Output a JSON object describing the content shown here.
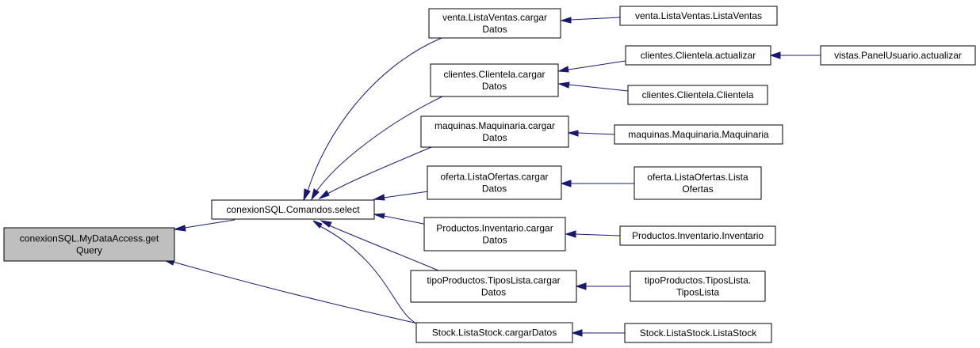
{
  "colors": {
    "edge": "#191970",
    "node_fill": "#ffffff",
    "focus_node_fill": "#bfbfbf",
    "node_border": "#000000"
  },
  "nodes": {
    "getquery": {
      "lines": [
        "conexionSQL.MyDataAccess.get",
        "Query"
      ],
      "focus": true
    },
    "select": {
      "lines": [
        "conexionSQL.Comandos.select"
      ]
    },
    "venta_cargar": {
      "lines": [
        "venta.ListaVentas.cargar",
        "Datos"
      ]
    },
    "clientes_cargar": {
      "lines": [
        "clientes.Clientela.cargar",
        "Datos"
      ]
    },
    "maquinas_cargar": {
      "lines": [
        "maquinas.Maquinaria.cargar",
        "Datos"
      ]
    },
    "oferta_cargar": {
      "lines": [
        "oferta.ListaOfertas.cargar",
        "Datos"
      ]
    },
    "productos_cargar": {
      "lines": [
        "Productos.Inventario.cargar",
        "Datos"
      ]
    },
    "tipo_cargar": {
      "lines": [
        "tipoProductos.TiposLista.cargar",
        "Datos"
      ]
    },
    "stock_cargar": {
      "lines": [
        "Stock.ListaStock.cargarDatos"
      ]
    },
    "venta_ctor": {
      "lines": [
        "venta.ListaVentas.ListaVentas"
      ]
    },
    "clientes_actualizar": {
      "lines": [
        "clientes.Clientela.actualizar"
      ]
    },
    "vistas_actualizar": {
      "lines": [
        "vistas.PanelUsuario.actualizar"
      ]
    },
    "clientes_ctor": {
      "lines": [
        "clientes.Clientela.Clientela"
      ]
    },
    "maquinas_ctor": {
      "lines": [
        "maquinas.Maquinaria.Maquinaria"
      ]
    },
    "oferta_ctor": {
      "lines": [
        "oferta.ListaOfertas.Lista",
        "Ofertas"
      ]
    },
    "productos_ctor": {
      "lines": [
        "Productos.Inventario.Inventario"
      ]
    },
    "tipo_ctor": {
      "lines": [
        "tipoProductos.TiposLista.",
        "TiposLista"
      ]
    },
    "stock_ctor": {
      "lines": [
        "Stock.ListaStock.ListaStock"
      ]
    }
  },
  "edges": [
    {
      "from": "select",
      "to": "getquery"
    },
    {
      "from": "stock_cargar",
      "to": "getquery"
    },
    {
      "from": "venta_cargar",
      "to": "select"
    },
    {
      "from": "clientes_cargar",
      "to": "select"
    },
    {
      "from": "maquinas_cargar",
      "to": "select"
    },
    {
      "from": "oferta_cargar",
      "to": "select"
    },
    {
      "from": "productos_cargar",
      "to": "select"
    },
    {
      "from": "tipo_cargar",
      "to": "select"
    },
    {
      "from": "stock_cargar",
      "to": "select"
    },
    {
      "from": "venta_ctor",
      "to": "venta_cargar"
    },
    {
      "from": "clientes_actualizar",
      "to": "clientes_cargar"
    },
    {
      "from": "clientes_ctor",
      "to": "clientes_cargar"
    },
    {
      "from": "vistas_actualizar",
      "to": "clientes_actualizar"
    },
    {
      "from": "maquinas_ctor",
      "to": "maquinas_cargar"
    },
    {
      "from": "oferta_ctor",
      "to": "oferta_cargar"
    },
    {
      "from": "productos_ctor",
      "to": "productos_cargar"
    },
    {
      "from": "tipo_ctor",
      "to": "tipo_cargar"
    },
    {
      "from": "stock_ctor",
      "to": "stock_cargar"
    }
  ]
}
